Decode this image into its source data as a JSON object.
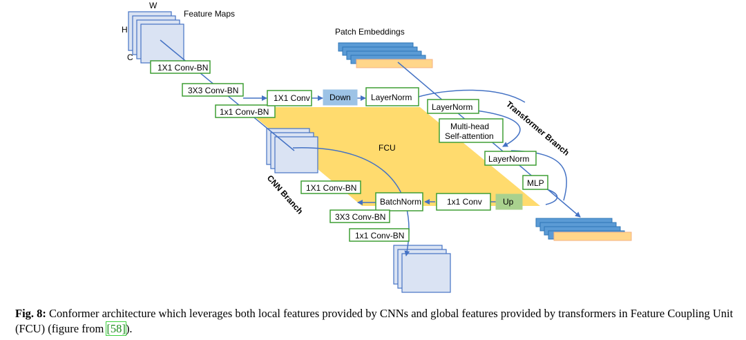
{
  "diagram": {
    "feature_maps": {
      "title": "Feature Maps",
      "dim_w": "W",
      "dim_h": "H",
      "dim_c": "C"
    },
    "patch_embeddings": "Patch Embeddings",
    "fcu_label": "FCU",
    "cnn_branch_label": "CNN Branch",
    "transformer_branch_label": "Transformer Branch",
    "cnn_blocks": [
      "1X1 Conv-BN",
      "3X3 Conv-BN",
      "1x1 Conv-BN"
    ],
    "fcu_down": {
      "conv": "1X1 Conv",
      "down": "Down",
      "norm": "LayerNorm"
    },
    "transformer_blocks": {
      "layernorm_1": "LayerNorm",
      "attention_line1": "Multi-head",
      "attention_line2": "Self-attention",
      "layernorm_2": "LayerNorm",
      "mlp": "MLP"
    },
    "fcu_up": {
      "up": "Up",
      "conv": "1x1 Conv",
      "norm": "BatchNorm"
    },
    "cnn_blocks_out": [
      "1X1 Conv-BN",
      "3X3 Conv-BN",
      "1x1 Conv-BN"
    ],
    "colors": {
      "box_border": "#3e9e34",
      "arrow": "#4472c4",
      "fcu_fill": "#ffd966",
      "down_fill": "#9dc3e6",
      "up_fill": "#a9d18e",
      "cube_fill": "#dae3f3",
      "cube_border": "#4472c4",
      "token_blue": "#5b9bd5",
      "token_orange": "#ffd68a"
    }
  },
  "caption": {
    "fig_label": "Fig. 8:",
    "text_1": " Conformer architecture which leverages both local features provided by CNNs and global features provided by transformers in Feature Coupling Unit (FCU) (figure from ",
    "ref": "[58]",
    "text_2": ")."
  }
}
